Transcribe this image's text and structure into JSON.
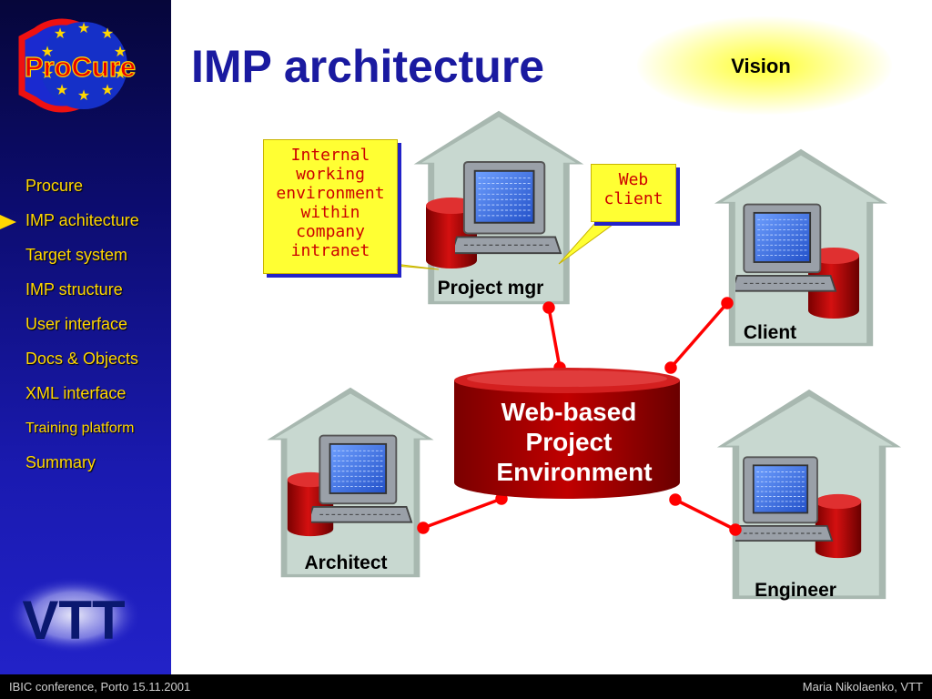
{
  "header": {
    "title": "IMP architecture",
    "vision_label": "Vision"
  },
  "logos": {
    "procure_text": "ProCure",
    "vtt_text": "VTT"
  },
  "sidebar": {
    "items": [
      {
        "label": "Procure"
      },
      {
        "label": "IMP achitecture",
        "active": true
      },
      {
        "label": "Target system"
      },
      {
        "label": "IMP structure"
      },
      {
        "label": "User interface"
      },
      {
        "label": "Docs & Objects"
      },
      {
        "label": "XML interface"
      },
      {
        "label": "Training platform"
      },
      {
        "label": "Summary"
      }
    ]
  },
  "diagram": {
    "central_node": [
      "Web-based",
      "Project",
      "Environment"
    ],
    "houses": {
      "project_mgr": "Project mgr",
      "client": "Client",
      "architect": "Architect",
      "engineer": "Engineer"
    },
    "callouts": {
      "internal": "Internal\nworking\nenvironment\nwithin\ncompany\nintranet",
      "web_client": "Web\nclient"
    }
  },
  "footer": {
    "left": "IBIC conference, Porto 15.11.2001",
    "right": "Maria Nikolaenko, VTT"
  },
  "colors": {
    "sidebar_text": "#ffd700",
    "title": "#1a1aa0",
    "connector": "#ff0000",
    "cylinder": "#c00000",
    "house": "#c7d6ce",
    "callout_fill": "#ffff33",
    "callout_text": "#cc0000"
  }
}
